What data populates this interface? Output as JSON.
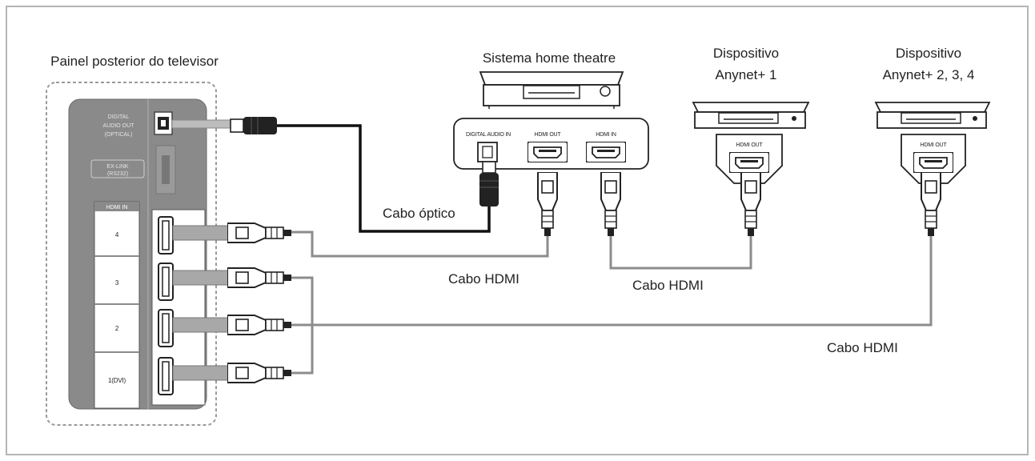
{
  "labels": {
    "tv_panel": "Painel posterior do televisor",
    "home_theatre": "Sistema home theatre",
    "anynet1_line1": "Dispositivo",
    "anynet1_line2": "Anynet+ 1",
    "anynet234_line1": "Dispositivo",
    "anynet234_line2": "Anynet+ 2, 3, 4",
    "optical_cable": "Cabo óptico",
    "hdmi_cable_1": "Cabo HDMI",
    "hdmi_cable_2": "Cabo HDMI",
    "hdmi_cable_3": "Cabo HDMI"
  },
  "tv_ports": {
    "digital_audio_line1": "DIGITAL",
    "digital_audio_line2": "AUDIO OUT",
    "digital_audio_line3": "(OPTICAL)",
    "ex_link_line1": "EX-LINK",
    "ex_link_line2": "(RS232)",
    "hdmi_in_header": "HDMI IN",
    "hdmi_slots": [
      "4",
      "3",
      "2",
      "1(DVI)"
    ]
  },
  "home_theatre_ports": {
    "digital_audio_in": "DIGITAL AUDIO IN",
    "hdmi_out": "HDMI OUT",
    "hdmi_in": "HDMI IN"
  },
  "device_ports": {
    "anynet1_hdmi_out": "HDMI OUT",
    "anynet234_hdmi_out": "HDMI OUT"
  },
  "colors": {
    "panel_gray": "#8a8a8a",
    "cable_gray": "#8c8c8c",
    "cable_black": "#111111",
    "frame_gray": "#b5b5b5"
  }
}
